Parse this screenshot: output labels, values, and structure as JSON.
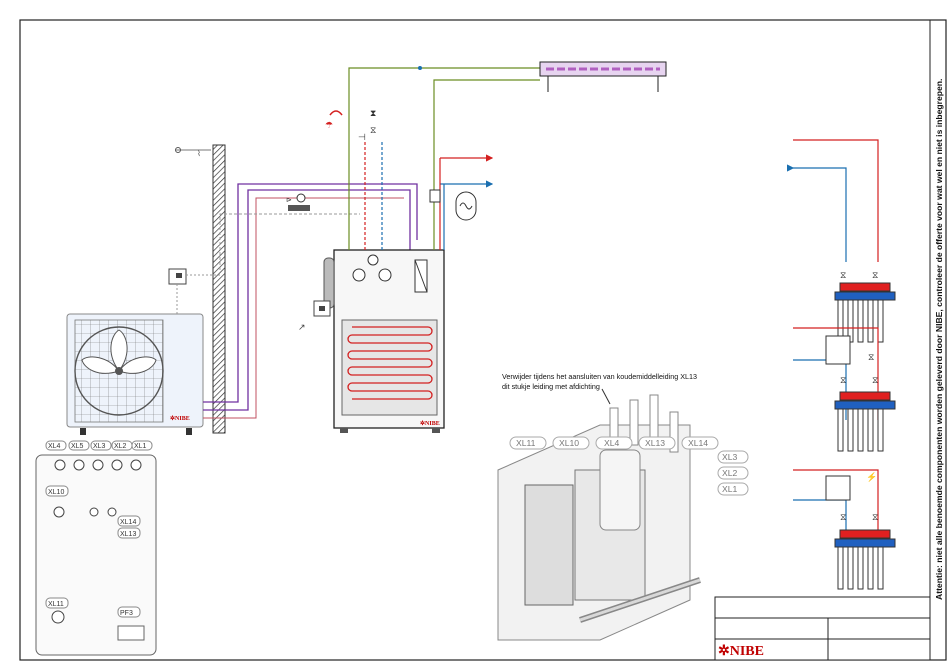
{
  "note": "Verwijder tijdens het aansluiten van koudemiddelleiding XL13 dit stukje leiding met afdichting",
  "disclaimer": "Attentie: niet alle benoemde componenten worden geleverd door NIBE, controleer de offerte voor wat wel en niet is inbegrepen.",
  "brand": "NIBE",
  "brand_mark": "✲NIBE",
  "detail_labels": [
    "XL11",
    "XL10",
    "XL4",
    "XL13",
    "XL14",
    "XL3",
    "XL2",
    "XL1"
  ],
  "panel_labels": {
    "top": [
      "XL4",
      "XL5",
      "XL3",
      "XL2",
      "XL1"
    ],
    "xl10": "XL10",
    "xl14": "XL14",
    "xl13": "XL13",
    "xl11": "XL11",
    "pf3": "PF3"
  },
  "colors": {
    "hot": "#d42020",
    "cold": "#1a6fb0",
    "purple": "#7030a0",
    "green": "#6b8e23",
    "frame": "#222222",
    "manifold_red": "#e02020",
    "manifold_blue": "#2060c0"
  }
}
